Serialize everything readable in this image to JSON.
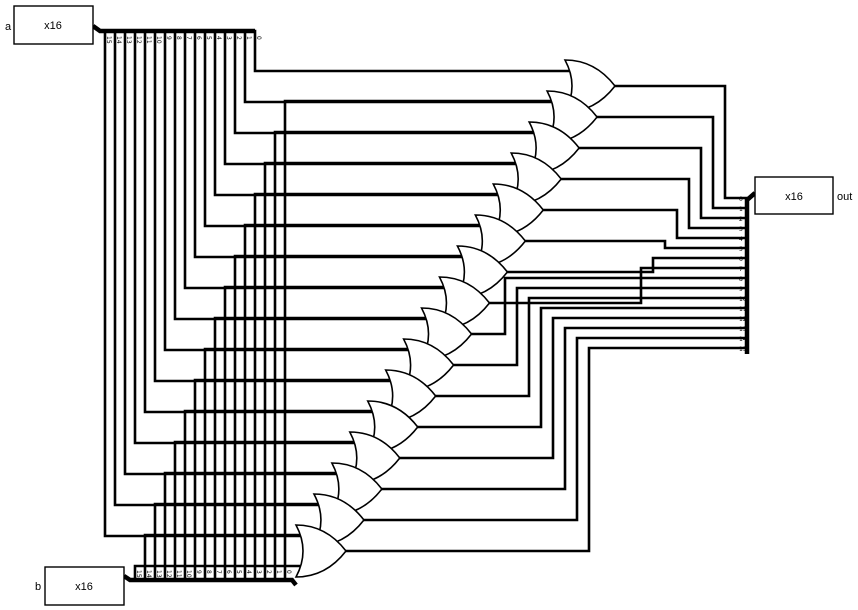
{
  "pins": {
    "a": {
      "label": "a",
      "box_text": "x16"
    },
    "b": {
      "label": "b",
      "box_text": "x16"
    },
    "out": {
      "label": "out",
      "box_text": "x16"
    }
  },
  "bits": {
    "a_labels": [
      "15",
      "14",
      "13",
      "12",
      "11",
      "10",
      "9",
      "8",
      "7",
      "6",
      "5",
      "4",
      "3",
      "2",
      "1",
      "0"
    ],
    "b_labels": [
      "15",
      "14",
      "13",
      "12",
      "11",
      "10",
      "9",
      "8",
      "7",
      "6",
      "5",
      "4",
      "3",
      "2",
      "1",
      "0"
    ],
    "out_labels": [
      "0",
      "1",
      "2",
      "3",
      "4",
      "5",
      "6",
      "7",
      "8",
      "9",
      "10",
      "11",
      "12",
      "13",
      "14",
      "15"
    ]
  },
  "gates": {
    "type": "OR",
    "count": 16
  }
}
